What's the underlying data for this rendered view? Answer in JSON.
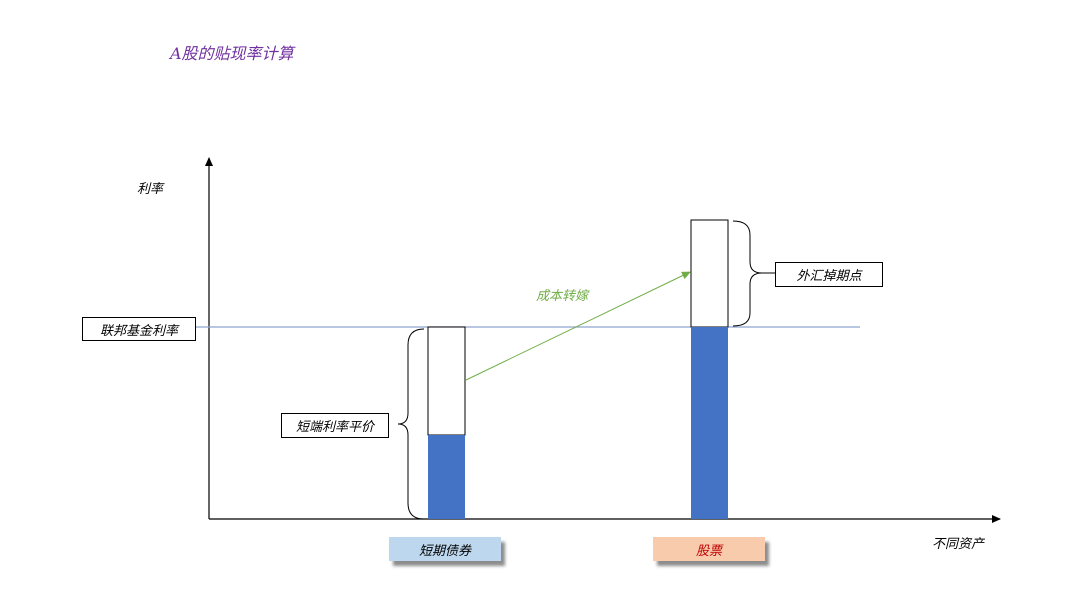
{
  "title": "A股的贴现率计算",
  "y_axis_label": "利率",
  "x_axis_label": "不同资产",
  "reference_line_label": "联邦基金利率",
  "bond_bracket_label": "短端利率平价",
  "stock_bracket_label": "外汇掉期点",
  "arrow_label": "成本转嫁",
  "asset_bond": "短期债券",
  "asset_stock": "股票",
  "colors": {
    "title": "#7030A0",
    "bar_fill": "#4472C4",
    "reference_line": "#8EA3CF",
    "arrow": "#70AD47",
    "bond_tag_bg": "#BDD7EE",
    "stock_tag_bg": "#F8CBAD",
    "stock_tag_text": "#C00000"
  }
}
